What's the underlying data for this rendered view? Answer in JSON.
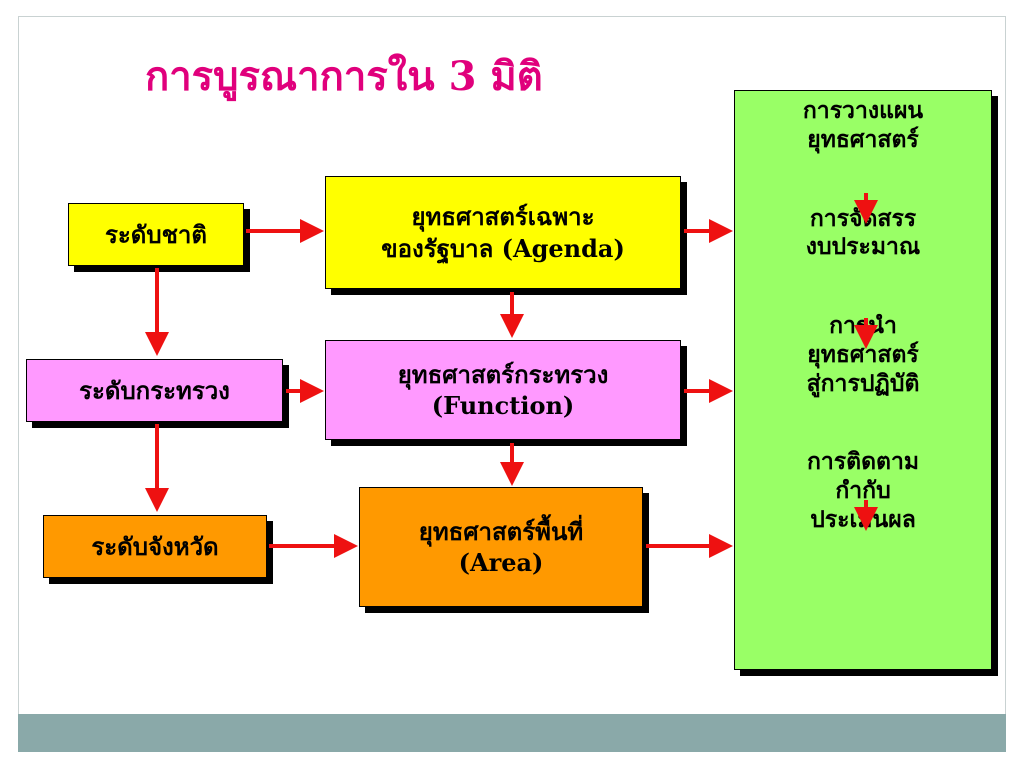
{
  "title": "การบูรณาการใน 3 มิติ",
  "levels": {
    "national": "ระดับชาติ",
    "ministry": "ระดับกระทรวง",
    "province": "ระดับจังหวัด"
  },
  "strategies": {
    "agenda": [
      "ยุทธศาสตร์เฉพาะ",
      "ของรัฐบาล (Agenda)"
    ],
    "function": [
      "ยุทธศาสตร์กระทรวง",
      "(Function)"
    ],
    "area": [
      "ยุทธศาสตร์พื้นที่",
      "(Area)"
    ]
  },
  "process": {
    "plan": [
      "การวางแผน",
      "ยุทธศาสตร์"
    ],
    "budget": [
      "การจัดสรร",
      "งบประมาณ"
    ],
    "implement": [
      "การนำ",
      "ยุทธศาสตร์",
      "สู่การปฏิบัติ"
    ],
    "monitor": [
      "การติดตาม",
      "กำกับ",
      "ประเมินผล"
    ]
  },
  "colors": {
    "title": "#e0007c",
    "arrow": "#ee1111",
    "national": "#ffff00",
    "ministry": "#ff99ff",
    "province": "#ff9900",
    "process": "#99ff66",
    "footer": "#8aa9a9"
  }
}
